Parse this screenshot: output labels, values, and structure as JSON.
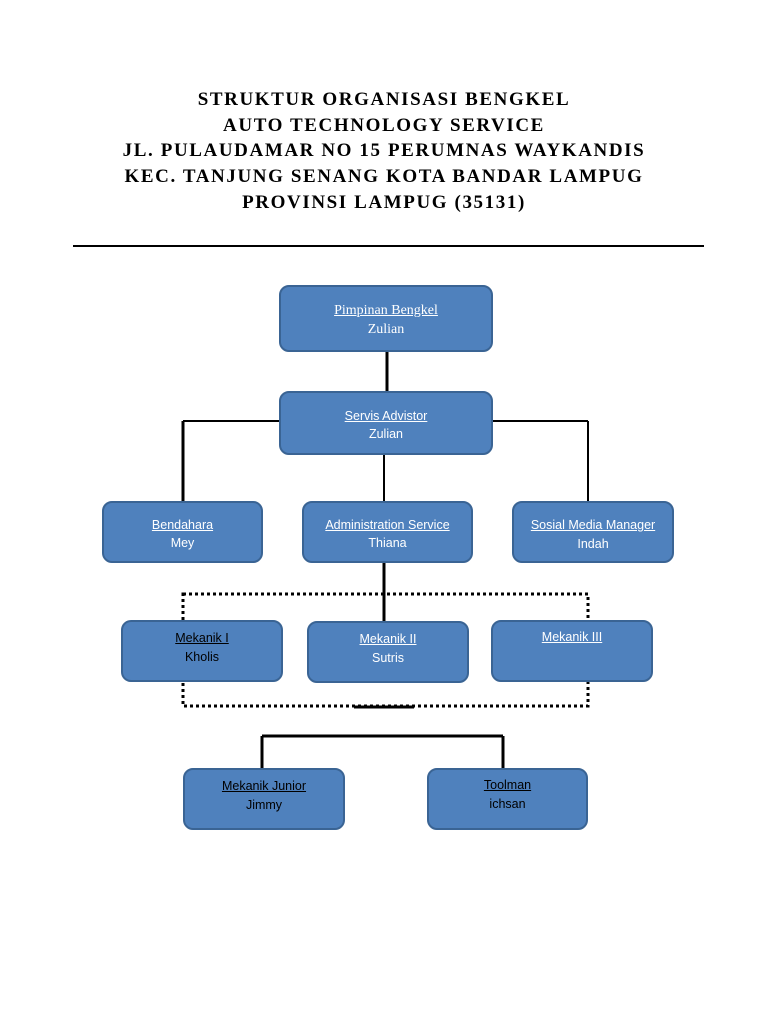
{
  "header": {
    "lines": [
      "STRUKTUR ORGANISASI BENGKEL",
      "AUTO TECHNOLOGY SERVICE",
      "JL. PULAUDAMAR NO 15 PERUMNAS WAYKANDIS",
      "KEC. TANJUNG SENANG KOTA BANDAR LAMPUG",
      "PROVINSI LAMPUG (35131)"
    ]
  },
  "org": {
    "pimpinan": {
      "role": "Pimpinan Bengkel",
      "name": "Zulian"
    },
    "servis_advisor": {
      "role": "Servis Advistor",
      "name": "Zulian"
    },
    "bendahara": {
      "role": "Bendahara",
      "name": "Mey"
    },
    "administration": {
      "role": "Administration Service",
      "name": "Thiana"
    },
    "sosmed": {
      "role": "Sosial Media Manager",
      "name": "Indah"
    },
    "mekanik_1": {
      "role": "Mekanik I",
      "name": "Kholis"
    },
    "mekanik_2": {
      "role": "Mekanik II",
      "name": "Sutris"
    },
    "mekanik_3": {
      "role": "Mekanik III",
      "name": ""
    },
    "mekanik_junior": {
      "role": "Mekanik Junior",
      "name": "Jimmy"
    },
    "toolman": {
      "role": "Toolman",
      "name": "ichsan"
    }
  },
  "colors": {
    "box_fill": "#4f81bd",
    "box_border": "#3a6494",
    "connector": "#000000"
  }
}
